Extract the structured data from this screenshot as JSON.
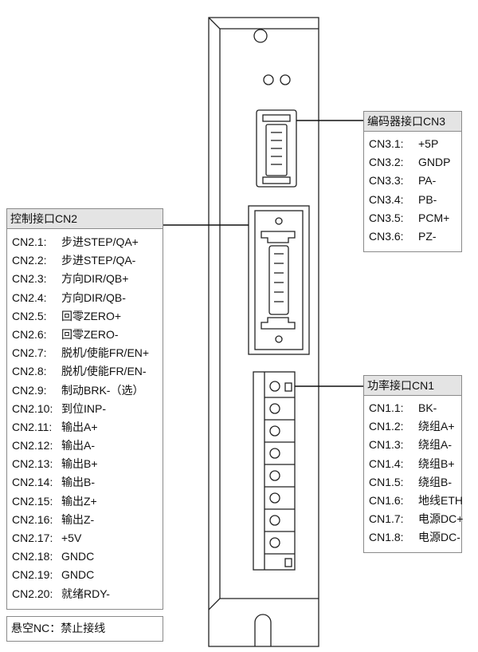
{
  "cn3": {
    "title": "编码器接口CN3",
    "pins": [
      {
        "id": "CN3.1:",
        "desc": "+5P"
      },
      {
        "id": "CN3.2:",
        "desc": "GNDP"
      },
      {
        "id": "CN3.3:",
        "desc": "PA-"
      },
      {
        "id": "CN3.4:",
        "desc": "PB-"
      },
      {
        "id": "CN3.5:",
        "desc": "PCM+"
      },
      {
        "id": "CN3.6:",
        "desc": "PZ-"
      }
    ]
  },
  "cn2": {
    "title": "控制接口CN2",
    "pins": [
      {
        "id": "CN2.1:",
        "desc": "步进STEP/QA+"
      },
      {
        "id": "CN2.2:",
        "desc": "步进STEP/QA-"
      },
      {
        "id": "CN2.3:",
        "desc": "方向DIR/QB+"
      },
      {
        "id": "CN2.4:",
        "desc": "方向DIR/QB-"
      },
      {
        "id": "CN2.5:",
        "desc": "回零ZERO+"
      },
      {
        "id": "CN2.6:",
        "desc": "回零ZERO-"
      },
      {
        "id": "CN2.7:",
        "desc": "脱机/使能FR/EN+"
      },
      {
        "id": "CN2.8:",
        "desc": "脱机/使能FR/EN-"
      },
      {
        "id": "CN2.9:",
        "desc": "制动BRK-（选）"
      },
      {
        "id": "CN2.10:",
        "desc": "到位INP-"
      },
      {
        "id": "CN2.11:",
        "desc": "输出A+"
      },
      {
        "id": "CN2.12:",
        "desc": "输出A-"
      },
      {
        "id": "CN2.13:",
        "desc": "输出B+"
      },
      {
        "id": "CN2.14:",
        "desc": "输出B-"
      },
      {
        "id": "CN2.15:",
        "desc": "输出Z+"
      },
      {
        "id": "CN2.16:",
        "desc": "输出Z-"
      },
      {
        "id": "CN2.17:",
        "desc": "+5V"
      },
      {
        "id": "CN2.18:",
        "desc": "GNDC"
      },
      {
        "id": "CN2.19:",
        "desc": "GNDC"
      },
      {
        "id": "CN2.20:",
        "desc": "就绪RDY-"
      }
    ]
  },
  "cn1": {
    "title": "功率接口CN1",
    "pins": [
      {
        "id": "CN1.1:",
        "desc": "BK-"
      },
      {
        "id": "CN1.2:",
        "desc": "绕组A+"
      },
      {
        "id": "CN1.3:",
        "desc": "绕组A-"
      },
      {
        "id": "CN1.4:",
        "desc": "绕组B+"
      },
      {
        "id": "CN1.5:",
        "desc": "绕组B-"
      },
      {
        "id": "CN1.6:",
        "desc": "地线ETH"
      },
      {
        "id": "CN1.7:",
        "desc": "电源DC+"
      },
      {
        "id": "CN1.8:",
        "desc": "电源DC-"
      }
    ]
  },
  "note": "悬空NC：禁止接线"
}
